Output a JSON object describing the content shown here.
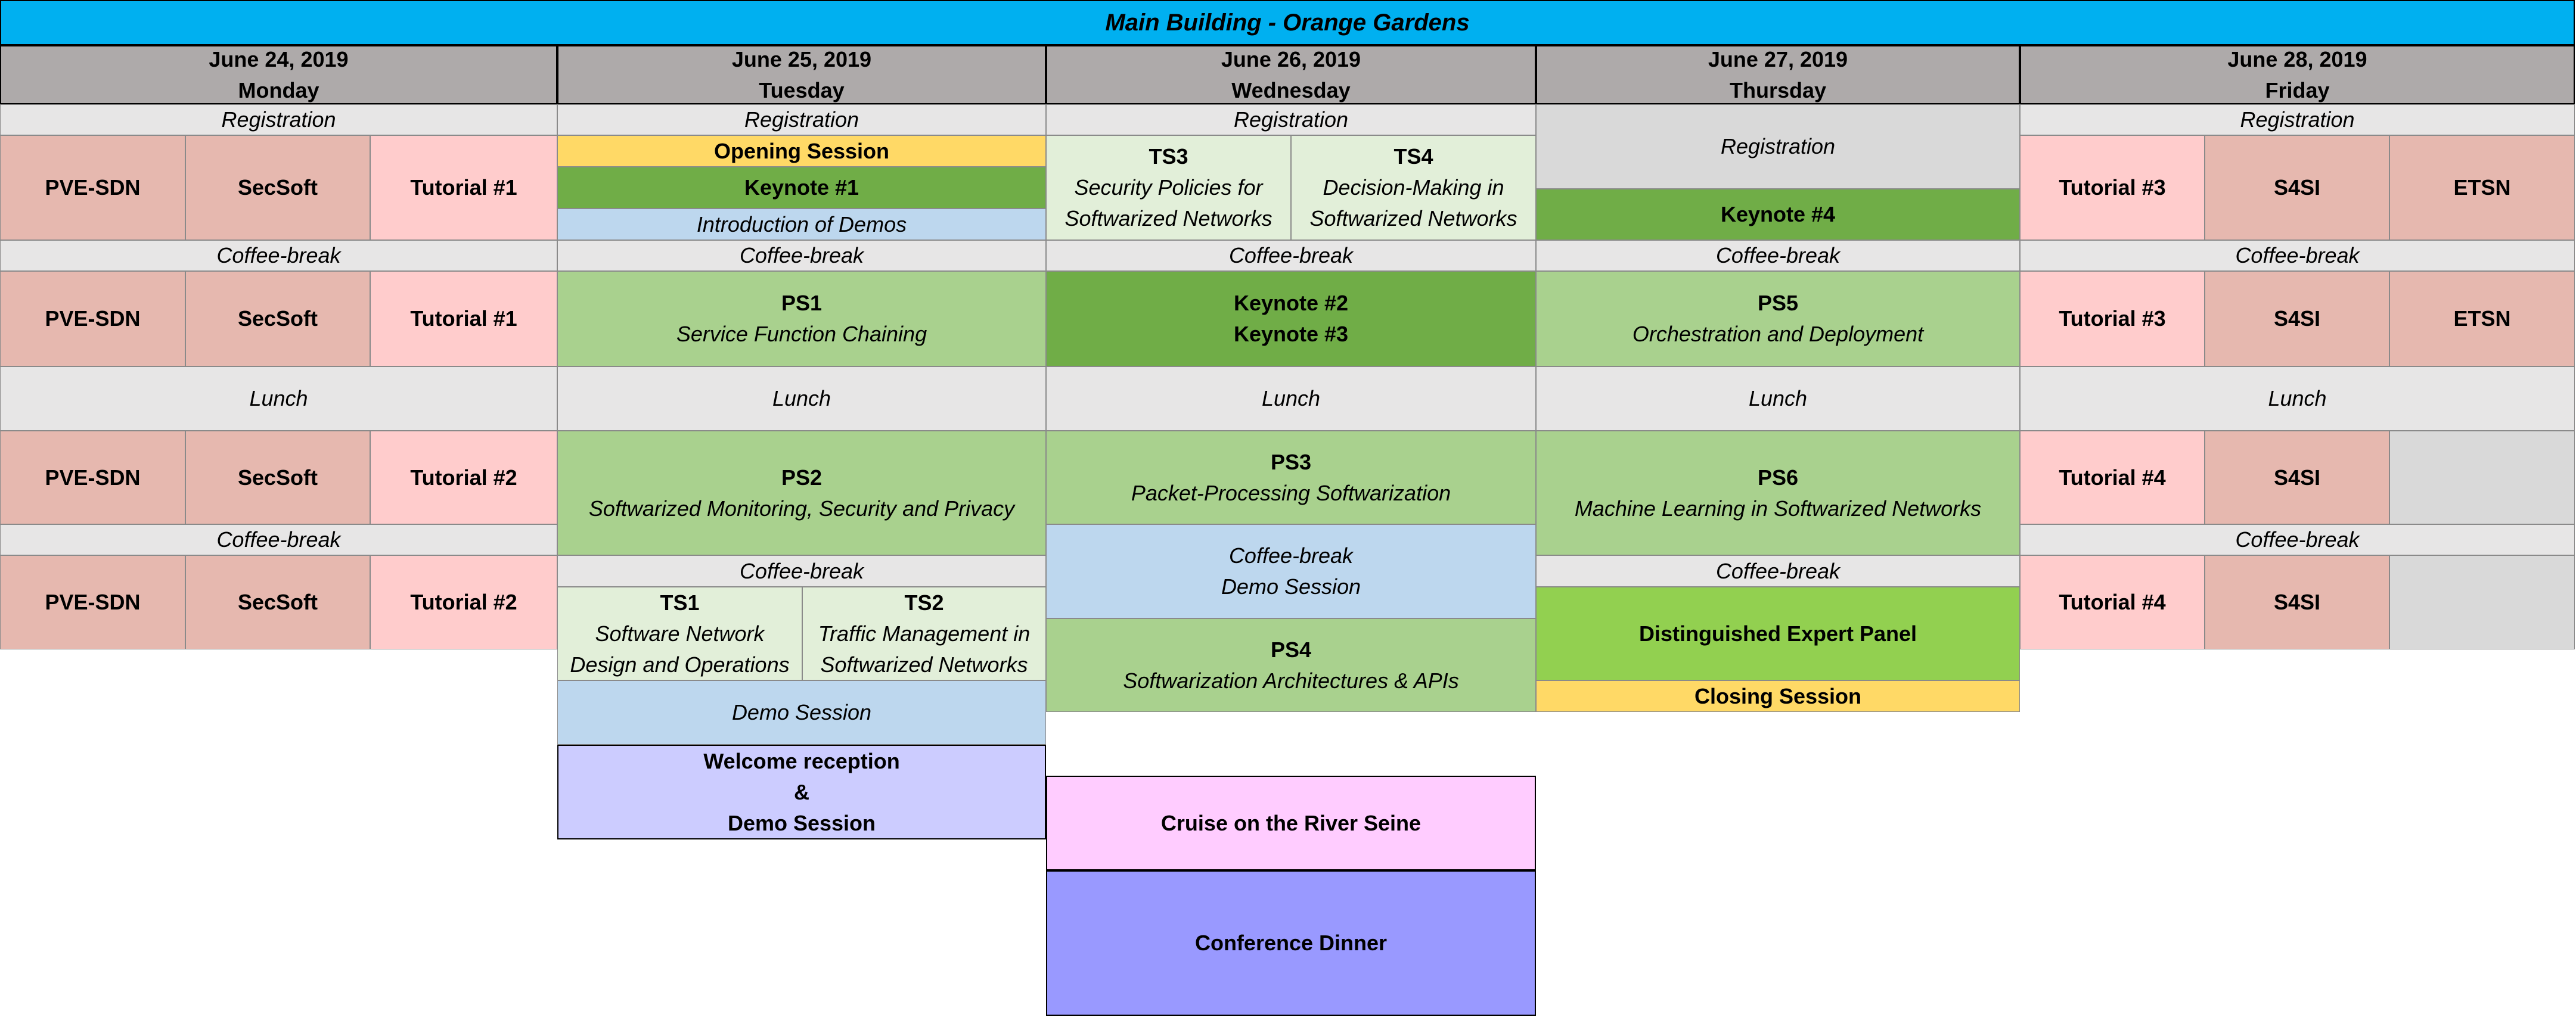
{
  "colors": {
    "banner": "#00b0f0",
    "day_header": "#aeaaaa",
    "grey_light": "#e7e6e6",
    "grey": "#d9d9d9",
    "workshop": "#e6b8af",
    "tutorial": "#ffcccc",
    "keynote": "#70ad47",
    "ps": "#a9d18e",
    "ts": "#e2efd9",
    "demo": "#bdd7ee",
    "opening": "#ffd966",
    "expert_panel": "#92d050",
    "welcome": "#ccccff",
    "cruise": "#ffccff",
    "dinner": "#9999ff"
  },
  "banner": {
    "title": "Main Building - Orange Gardens"
  },
  "days": [
    {
      "date": "June 24, 2019",
      "weekday": "Monday"
    },
    {
      "date": "June 25, 2019",
      "weekday": "Tuesday"
    },
    {
      "date": "June 26, 2019",
      "weekday": "Wednesday"
    },
    {
      "date": "June 27, 2019",
      "weekday": "Thursday"
    },
    {
      "date": "June 28, 2019",
      "weekday": "Friday"
    }
  ],
  "sessions": {
    "registration": "Registration",
    "coffee_break": "Coffee-break",
    "lunch": "Lunch",
    "pve_sdn": "PVE-SDN",
    "secsoft": "SecSoft",
    "tutorial_1": "Tutorial #1",
    "tutorial_2": "Tutorial #2",
    "tutorial_3": "Tutorial #3",
    "tutorial_4": "Tutorial #4",
    "s4si": "S4SI",
    "etsn": "ETSN",
    "opening_session": "Opening Session",
    "keynote_1": "Keynote #1",
    "keynote_2": "Keynote #2",
    "keynote_3": "Keynote #3",
    "keynote_4": "Keynote #4",
    "intro_demos": "Introduction of Demos",
    "ts1": {
      "code": "TS1",
      "title_line1": "Software Network",
      "title_line2": "Design and Operations"
    },
    "ts2": {
      "code": "TS2",
      "title_line1": "Traffic Management in",
      "title_line2": "Softwarized Networks"
    },
    "ts3": {
      "code": "TS3",
      "title_line1": "Security Policies for",
      "title_line2": "Softwarized Networks"
    },
    "ts4": {
      "code": "TS4",
      "title_line1": "Decision-Making in",
      "title_line2": "Softwarized Networks"
    },
    "ps1": {
      "code": "PS1",
      "title": "Service Function Chaining"
    },
    "ps2": {
      "code": "PS2",
      "title": "Softwarized Monitoring, Security and Privacy"
    },
    "ps3": {
      "code": "PS3",
      "title": "Packet-Processing Softwarization"
    },
    "ps4": {
      "code": "PS4",
      "title": "Softwarization Architectures & APIs"
    },
    "ps5": {
      "code": "PS5",
      "title": "Orchestration and Deployment"
    },
    "ps6": {
      "code": "PS6",
      "title": "Machine Learning in Softwarized Networks"
    },
    "demo_session": "Demo Session",
    "welcome": {
      "line1": "Welcome reception",
      "line2": "&",
      "line3": "Demo Session"
    },
    "cruise": "Cruise on the River Seine",
    "dinner": "Conference Dinner",
    "expert_panel": "Distinguished Expert Panel",
    "closing_session": "Closing Session"
  }
}
